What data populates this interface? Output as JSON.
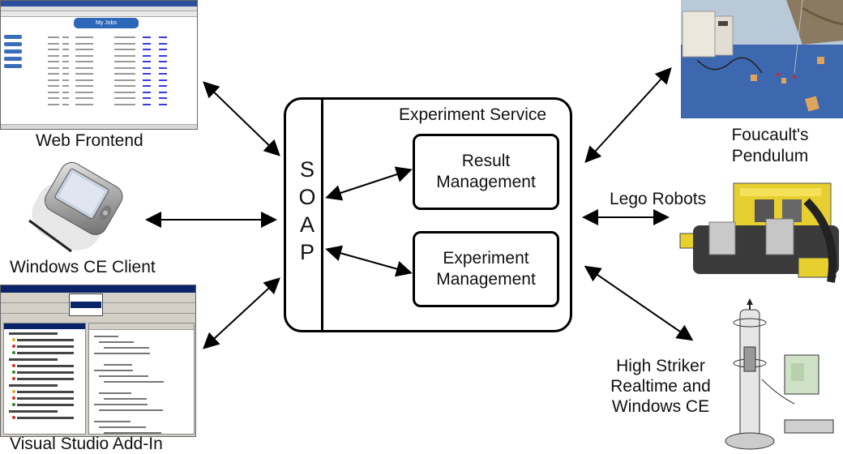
{
  "service": {
    "title": "Experiment Service",
    "soap_letters": [
      "S",
      "O",
      "A",
      "P"
    ],
    "result_management": {
      "line1": "Result",
      "line2": "Management"
    },
    "experiment_management": {
      "line1": "Experiment",
      "line2": "Management"
    }
  },
  "clients": {
    "web_frontend": {
      "caption": "Web Frontend",
      "page_heading": "My Jobs"
    },
    "windows_ce": {
      "caption": "Windows CE Client"
    },
    "visual_studio": {
      "caption": "Visual Studio Add-In"
    }
  },
  "experiments": {
    "foucault": {
      "line1": "Foucault's",
      "line2": "Pendulum"
    },
    "lego": {
      "caption": "Lego Robots"
    },
    "high_striker": {
      "line1": "High Striker",
      "line2": "Realtime and",
      "line3": "Windows CE"
    }
  },
  "colors": {
    "line": "#000000",
    "web_heading": "#2e67b9",
    "vs_titlebar": "#0a246a",
    "room_floor": "#3d68b0"
  }
}
